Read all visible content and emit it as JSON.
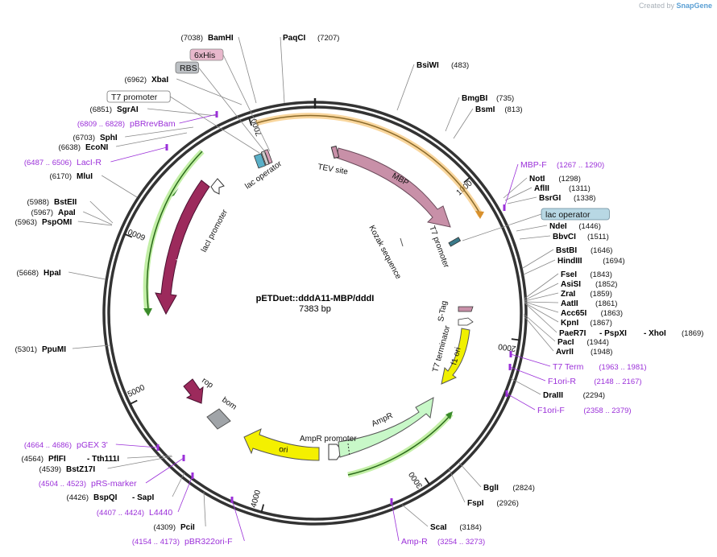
{
  "credit": {
    "prefix": "Created by",
    "brand": "SnapGene"
  },
  "plasmid": {
    "name": "pETDuet::dddA11-MBP/dddI",
    "length_label": "7383 bp",
    "length": 7383
  },
  "ruler": [
    "1000",
    "2000",
    "3000",
    "4000",
    "5000",
    "6000",
    "7000"
  ],
  "sites": [
    {
      "name": "BamHI",
      "pos": "7038"
    },
    {
      "name": "PaqCI",
      "pos": "7207"
    },
    {
      "name": "BsiWI",
      "pos": "483"
    },
    {
      "name": "BmgBI",
      "pos": "735"
    },
    {
      "name": "BsmI",
      "pos": "813"
    },
    {
      "name": "XbaI",
      "pos": "6962"
    },
    {
      "name": "SgrAI",
      "pos": "6851"
    },
    {
      "name": "SphI",
      "pos": "6703"
    },
    {
      "name": "EcoNI",
      "pos": "6638"
    },
    {
      "name": "MluI",
      "pos": "6170"
    },
    {
      "name": "BstEII",
      "pos": "5988"
    },
    {
      "name": "ApaI",
      "pos": "5967"
    },
    {
      "name": "PspOMI",
      "pos": "5963"
    },
    {
      "name": "HpaI",
      "pos": "5668"
    },
    {
      "name": "PpuMI",
      "pos": "5301"
    },
    {
      "name": "NotI",
      "pos": "1298"
    },
    {
      "name": "AflII",
      "pos": "1311"
    },
    {
      "name": "BsrGI",
      "pos": "1338"
    },
    {
      "name": "NdeI",
      "pos": "1446"
    },
    {
      "name": "BbvCI",
      "pos": "1511"
    },
    {
      "name": "BstBI",
      "pos": "1646"
    },
    {
      "name": "HindIII",
      "pos": "1694"
    },
    {
      "name": "FseI",
      "pos": "1843"
    },
    {
      "name": "AsiSI",
      "pos": "1852"
    },
    {
      "name": "ZraI",
      "pos": "1859"
    },
    {
      "name": "AatII",
      "pos": "1861"
    },
    {
      "name": "Acc65I",
      "pos": "1863"
    },
    {
      "name": "KpnI",
      "pos": "1867"
    },
    {
      "name": "PaeR7I",
      "mid": "PspXI",
      "end": "XhoI",
      "pos": "1869"
    },
    {
      "name": "PacI",
      "pos": "1944"
    },
    {
      "name": "AvrII",
      "pos": "1948"
    },
    {
      "name": "DraIII",
      "pos": "2294"
    },
    {
      "name": "BglI",
      "pos": "2824"
    },
    {
      "name": "FspI",
      "pos": "2926"
    },
    {
      "name": "ScaI",
      "pos": "3184"
    },
    {
      "name": "PciI",
      "pos": "4309"
    },
    {
      "name": "BspQI",
      "mid": "SapI",
      "pos": "4426"
    },
    {
      "name": "BstZ17I",
      "pos": "4539"
    },
    {
      "name": "PflFI",
      "mid": "Tth111I",
      "pos": "4564"
    }
  ],
  "primers": [
    {
      "name": "pBRrevBam",
      "range": "(6809 .. 6828)"
    },
    {
      "name": "LacI-R",
      "range": "(6487 .. 6506)"
    },
    {
      "name": "MBP-F",
      "range": "(1267 .. 1290)"
    },
    {
      "name": "T7 Term",
      "range": "(1963 .. 1981)"
    },
    {
      "name": "F1ori-R",
      "range": "(2148 .. 2167)"
    },
    {
      "name": "F1ori-F",
      "range": "(2358 .. 2379)"
    },
    {
      "name": "pGEX 3'",
      "range": "(4664 .. 4686)"
    },
    {
      "name": "pRS-marker",
      "range": "(4504 .. 4523)"
    },
    {
      "name": "L4440",
      "range": "(4407 .. 4424)"
    },
    {
      "name": "pBR322ori-F",
      "range": "(4154 .. 4173)"
    },
    {
      "name": "Amp-R",
      "range": "(3254 .. 3273)"
    }
  ],
  "boxed": {
    "his": "6xHis",
    "rbs": "RBS",
    "t7": "T7 promoter",
    "lacop": "lac operator"
  },
  "features": {
    "lac_operator": "lac operator",
    "tev_site": "TEV site",
    "mbp": "MBP",
    "t7_promoter": "T7 promoter",
    "kozak": "Kozak sequence",
    "laci_promoter": "lacI promoter",
    "laci": "lacI",
    "s_tag": "S-Tag",
    "t7_terminator": "T7 terminator",
    "f1_ori": "f1 ori",
    "rop": "rop",
    "bom": "bom",
    "ampr_promoter": "AmpR promoter",
    "ampr": "AmpR",
    "ori": "ori"
  },
  "colors": {
    "primer": "#9b30d9",
    "mbp": "#c890a8",
    "laci": "#9c2a5c",
    "f1ori": "#f0f000",
    "ampr": "#c8f8c8",
    "ori": "#f4f000",
    "bom": "#a0a4a8",
    "highlight_orange": "#f4b44c",
    "highlight_green": "#a8e880"
  }
}
